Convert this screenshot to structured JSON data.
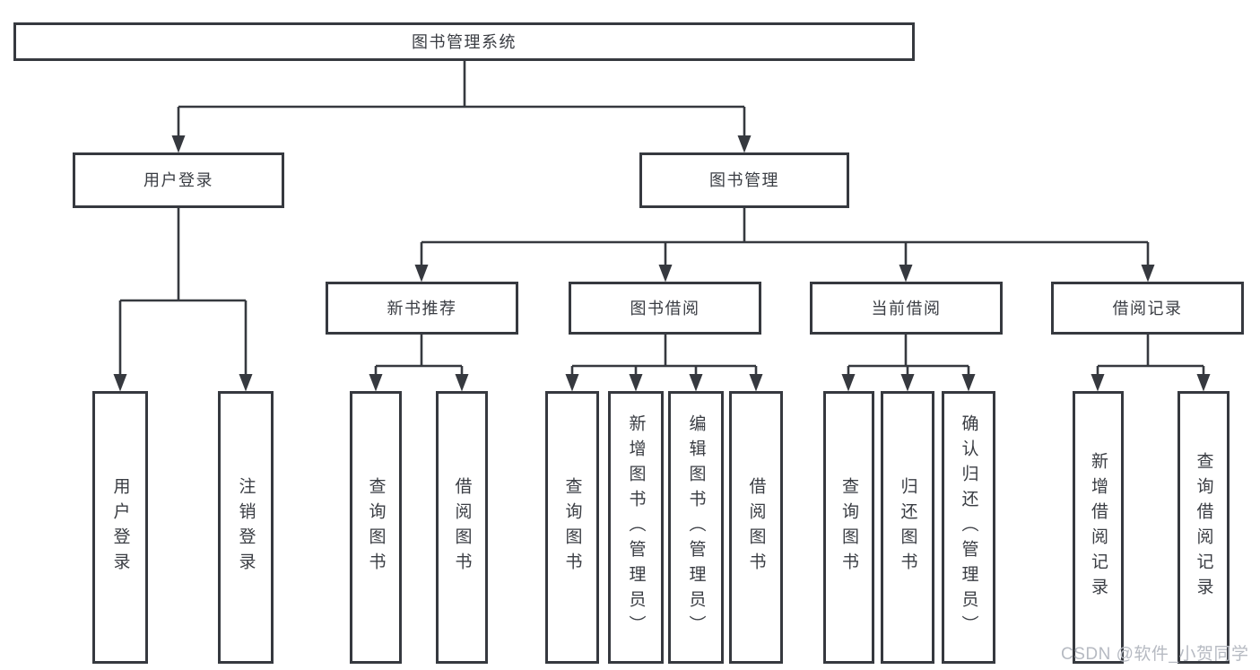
{
  "colors": {
    "background": "#ffffff",
    "line_and_border": "#36393f",
    "text": "#3a3d43",
    "watermark": "#b6bac2"
  },
  "watermark": {
    "text": "CSDN @软件_小贺同学"
  },
  "diagram": {
    "type": "tree",
    "root": {
      "label": "图书管理系统"
    },
    "branches": [
      {
        "label": "用户登录",
        "leaves": [
          "用户登录",
          "注销登录"
        ]
      },
      {
        "label": "图书管理",
        "children": [
          {
            "label": "新书推荐",
            "leaves": [
              "查询图书",
              "借阅图书"
            ]
          },
          {
            "label": "图书借阅",
            "leaves": [
              "查询图书",
              "新增图书（管理员）",
              "编辑图书（管理员）",
              "借阅图书"
            ]
          },
          {
            "label": "当前借阅",
            "leaves": [
              "查询图书",
              "归还图书",
              "确认归还（管理员）"
            ]
          },
          {
            "label": "借阅记录",
            "leaves": [
              "新增借阅记录",
              "查询借阅记录"
            ]
          }
        ]
      }
    ]
  }
}
